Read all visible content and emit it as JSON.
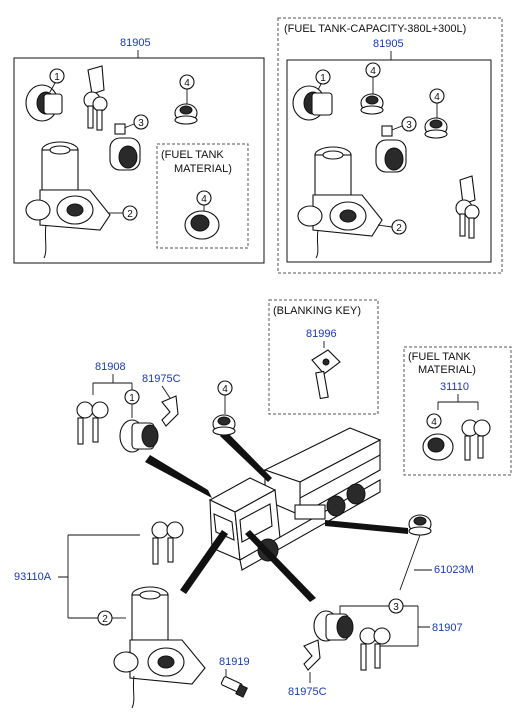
{
  "top_left": {
    "part_number": "81905",
    "inset_caption_line1": "(FUEL TANK",
    "inset_caption_line2": "MATERIAL)",
    "callouts": [
      "1",
      "3",
      "4",
      "2",
      "4"
    ]
  },
  "top_right": {
    "caption": "(FUEL TANK-CAPACITY-380L+300L)",
    "part_number": "81905",
    "callouts": [
      "1",
      "4",
      "4",
      "3",
      "2"
    ]
  },
  "blanking_key": {
    "caption": "(BLANKING KEY)",
    "part_number": "81996"
  },
  "fuel_tank_material": {
    "caption_line1": "(FUEL TANK",
    "caption_line2": "MATERIAL)",
    "part_number": "31110",
    "callout": "4"
  },
  "main": {
    "labels": {
      "p81908": "81908",
      "p81975c_top": "81975C",
      "p93110a": "93110A",
      "p61023m": "61023M",
      "p81907": "81907",
      "p81919": "81919",
      "p81975c_bottom": "81975C"
    },
    "callouts": {
      "c1": "1",
      "c4": "4",
      "c2": "2",
      "c3": "3"
    }
  }
}
